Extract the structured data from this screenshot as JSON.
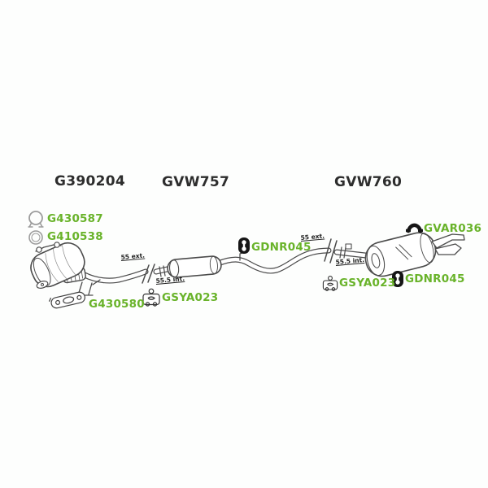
{
  "titles": {
    "front": "G390204",
    "center": "GVW757",
    "rear": "GVW760"
  },
  "parts": {
    "g430587": {
      "text": "G430587",
      "icon": "clamp-icon"
    },
    "g410538": {
      "text": "G410538",
      "icon": "ring-gasket-icon"
    },
    "g430580": {
      "text": "G430580",
      "icon": "flange-gasket-icon"
    },
    "gsya023_mid": {
      "text": "GSYA023",
      "icon": "rubber-mount-icon"
    },
    "gdnr045_mid": {
      "text": "GDNR045",
      "icon": "rubber-hanger-icon"
    },
    "gvar036": {
      "text": "GVAR036",
      "icon": "exhaust-strap-icon"
    },
    "gsya023_rear": {
      "text": "GSYA023",
      "icon": "rubber-mount-icon"
    },
    "gdnr045_rear": {
      "text": "GDNR045",
      "icon": "rubber-hanger-icon"
    }
  },
  "measurements": {
    "center_outer": "55 ext.",
    "center_inner": "55.5 int.",
    "rear_outer": "55 ext.",
    "rear_inner": "55.5 int."
  },
  "colors": {
    "part_link_green": "#69b32a",
    "title_text": "#2d2d2d",
    "line_art": "#4b4b4b",
    "background": "#fdfefd"
  }
}
